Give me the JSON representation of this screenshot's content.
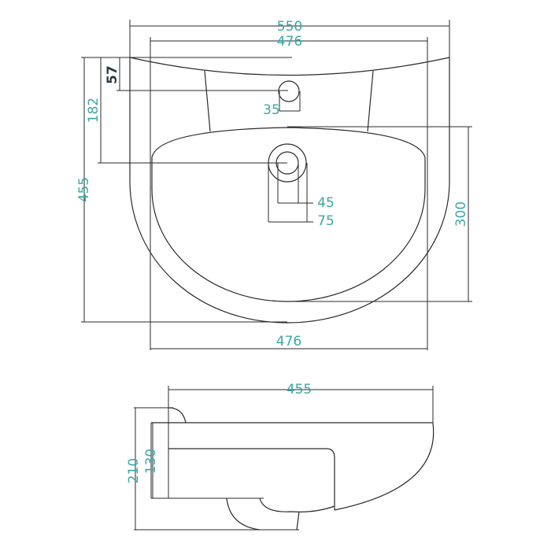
{
  "top_view": {
    "overall_width": "550",
    "inner_width_top": "476",
    "inner_width_bottom": "476",
    "overall_depth": "455",
    "drain_offset": "182",
    "overflow_offset": "57",
    "overflow_diameter": "35",
    "drain_inner_diameter": "45",
    "drain_outer_diameter": "75",
    "bowl_depth": "300"
  },
  "side_view": {
    "depth": "455",
    "total_height": "210",
    "rim_height": "130"
  },
  "colors": {
    "dimension_text": "#3ba7a8",
    "line": "#2a2a2a"
  }
}
